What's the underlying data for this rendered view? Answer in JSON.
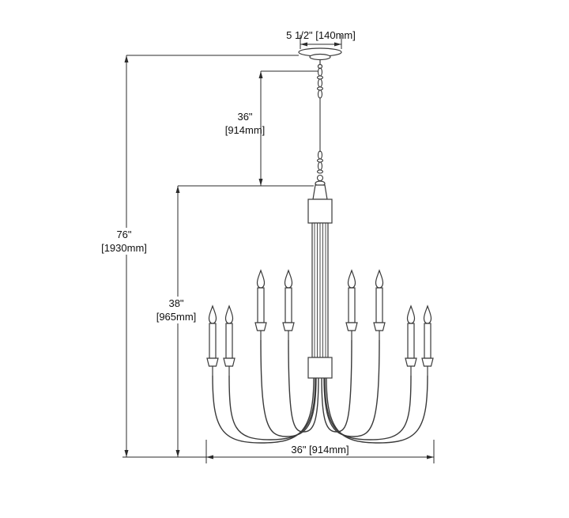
{
  "diagram": {
    "type": "technical-dimension-drawing",
    "subject": "8-light two-tier chandelier with canopy and hanging chain",
    "colors": {
      "line": "#3a3a3a",
      "dimension_line": "#2b2b2b",
      "text": "#111111",
      "background": "#ffffff"
    },
    "labels": {
      "canopy_width": "5 1/2\" [140mm]",
      "chain_length_in": "36\"",
      "chain_length_mm": "[914mm]",
      "overall_height_in": "76\"",
      "overall_height_mm": "[1930mm]",
      "body_height_in": "38\"",
      "body_height_mm": "[965mm]",
      "body_width": "36\" [914mm]"
    }
  }
}
